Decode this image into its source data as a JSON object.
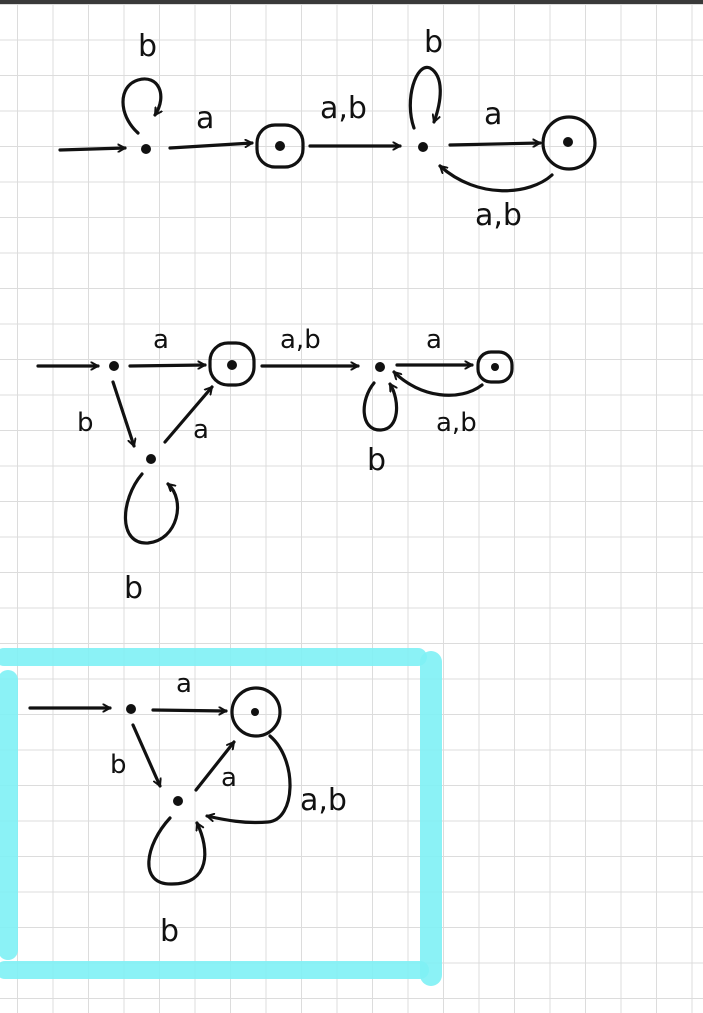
{
  "highlight_color": "#7ef1f5",
  "ink_color": "#111111",
  "diagram1": {
    "loop_label": "b",
    "edge_a_label": "a",
    "edge_ab_label": "a,b",
    "loop_label_2": "b",
    "edge_a_label_2": "a",
    "back_label": "a,b"
  },
  "diagram2": {
    "edge_a_label": "a",
    "edge_b_label": "b",
    "edge_a_up_label": "a",
    "loop_label": "b",
    "edge_ab_label": "a,b",
    "edge_a_label_2": "a",
    "back_label": "a,b",
    "loop_label_2": "b"
  },
  "diagram3": {
    "edge_a_label": "a",
    "edge_b_label": "b",
    "edge_a_up_label": "a",
    "back_label": "a,b",
    "loop_label": "b"
  }
}
